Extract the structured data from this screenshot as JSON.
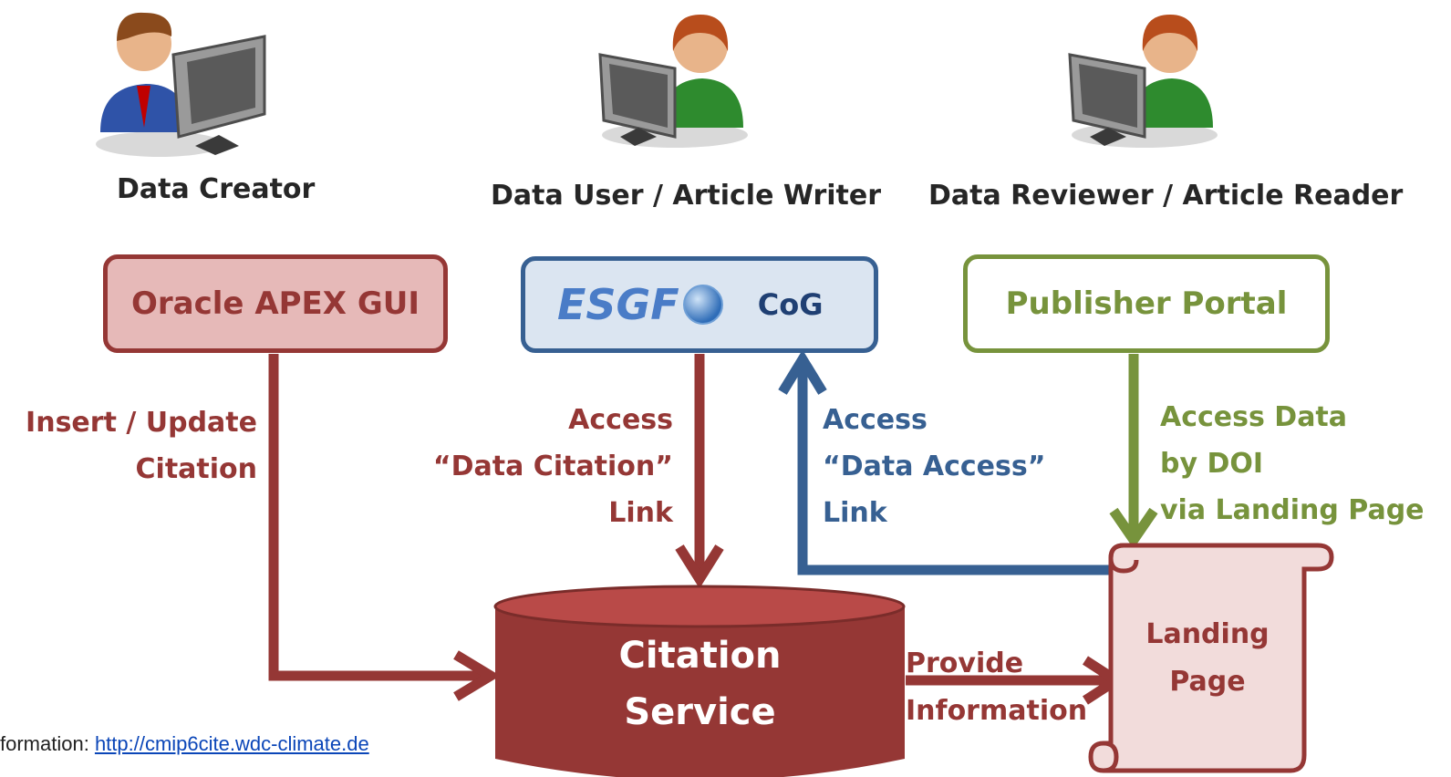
{
  "roles": {
    "creator": "Data Creator",
    "user": "Data User / Article Writer",
    "reviewer": "Data Reviewer / Article Reader"
  },
  "boxes": {
    "apex": "Oracle APEX GUI",
    "esgf_logo": "ESGF",
    "cog": "CoG",
    "publisher": "Publisher Portal",
    "citation_service": [
      "Citation",
      "Service"
    ],
    "landing_page": [
      "Landing",
      "Page"
    ]
  },
  "labels": {
    "insert_update": [
      "Insert / Update",
      "Citation"
    ],
    "access_citation": [
      "Access",
      "“Data Citation”",
      "Link"
    ],
    "access_data_access": [
      "Access",
      "“Data Access”",
      "Link"
    ],
    "access_doi": [
      "Access Data",
      "by DOI",
      "via Landing Page"
    ],
    "provide_info": [
      "Provide",
      "Information"
    ]
  },
  "footer": {
    "prefix": "formation: ",
    "link": "http://cmip6cite.wdc-climate.de"
  },
  "colors": {
    "red_dark": "#953735",
    "red_fill": "#e6b9b8",
    "blue_dark": "#376092",
    "blue_fill": "#dbe5f1",
    "green_dark": "#77933c",
    "green_fill": "#ffffff",
    "landing_fill": "#f2dcdb"
  }
}
